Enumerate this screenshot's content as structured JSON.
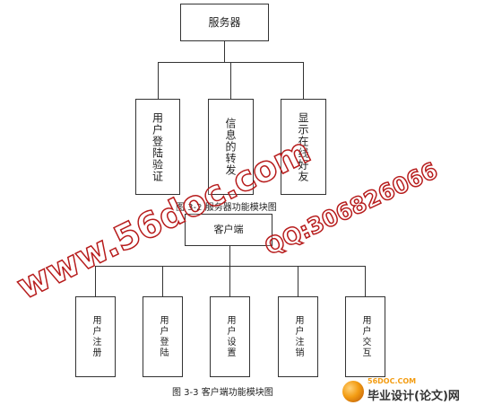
{
  "diagram1": {
    "root": "服务器",
    "children": [
      "用户登陆验证",
      "信息的转发",
      "显示在线好友"
    ],
    "caption": "图 3-2 服务器功能模块图"
  },
  "diagram2": {
    "root": "客户端",
    "children": [
      "用户注册",
      "用户登陆",
      "用户设置",
      "用户注销",
      "用户交互"
    ],
    "caption": "图 3-3 客户端功能模块图"
  },
  "watermarks": {
    "site": "www.56doc.com",
    "qq": "QQ:306826066"
  },
  "brand": {
    "domain": "56DOC.COM",
    "label": "毕业设计(论文)网"
  },
  "colors": {
    "watermark": "#b71c1c",
    "brand_orange": "#f39c12"
  }
}
